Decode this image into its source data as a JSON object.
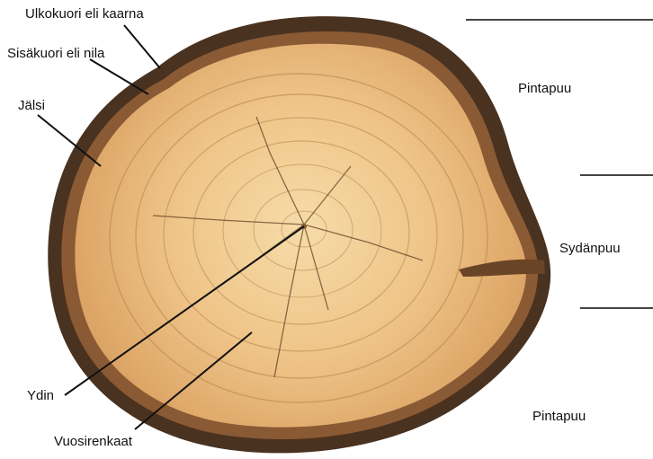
{
  "labels": {
    "outer_bark": "Ulkokuori eli kaarna",
    "inner_bark": "Sisäkuori eli nila",
    "cambium": "Jälsi",
    "pith": "Ydin",
    "annual_rings": "Vuosirenkaat"
  },
  "zones": {
    "sapwood_top": "Pintapuu",
    "heartwood": "Sydänpuu",
    "sapwood_bottom": "Pintapuu"
  },
  "colors": {
    "outer_bark": "#4a3220",
    "inner_bark": "#8a5a34",
    "wood_light": "#f2cf98",
    "wood_mid": "#e0ae6c",
    "ring_line": "#b7834a",
    "crack": "#5a3a1e",
    "leader_line": "#111111",
    "divider_line": "#444444"
  }
}
